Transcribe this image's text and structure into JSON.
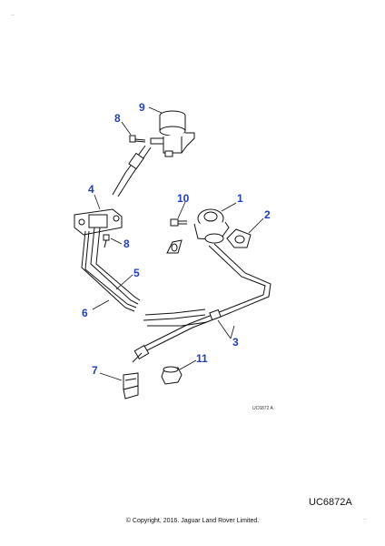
{
  "callouts": {
    "p1": "1",
    "p2": "2",
    "p3": "3",
    "p4": "4",
    "p5": "5",
    "p6": "6",
    "p7": "7",
    "p8a": "8",
    "p8b": "8",
    "p9": "9",
    "p10": "10",
    "p11": "11"
  },
  "corner_mark": "—",
  "drawing_code_small": "UC6872 A",
  "drawing_code": "UC6872A",
  "copyright": "© Copyright, 2016. Jaguar Land Rover Limited.",
  "colors": {
    "callout": "#1f3fbf",
    "linework": "#111111"
  }
}
